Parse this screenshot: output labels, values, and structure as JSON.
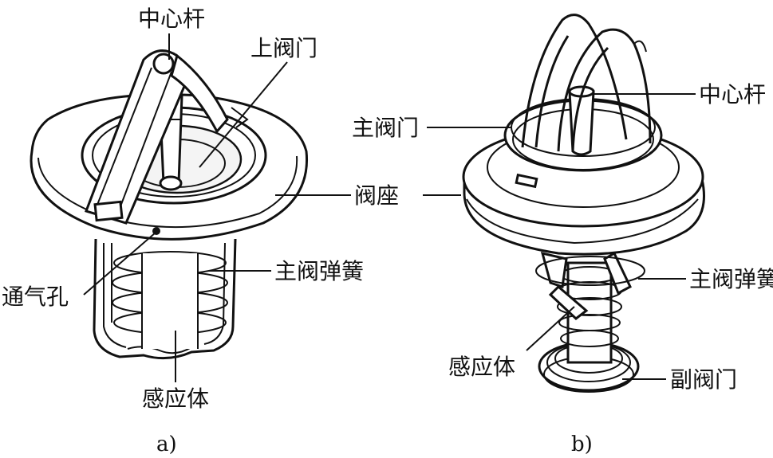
{
  "figure_a": {
    "caption": "a)",
    "labels": {
      "center_rod": "中心杆",
      "upper_valve": "上阀门",
      "valve_seat": "阀座",
      "vent_hole": "通气孔",
      "main_valve_spring": "主阀弹簧",
      "sensor": "感应体"
    }
  },
  "figure_b": {
    "caption": "b)",
    "labels": {
      "center_rod": "中心杆",
      "main_valve": "主阀门",
      "main_valve_spring": "主阀弹簧",
      "sensor": "感应体",
      "aux_valve": "副阀门"
    }
  },
  "colors": {
    "line": "#111111",
    "background": "#ffffff"
  }
}
